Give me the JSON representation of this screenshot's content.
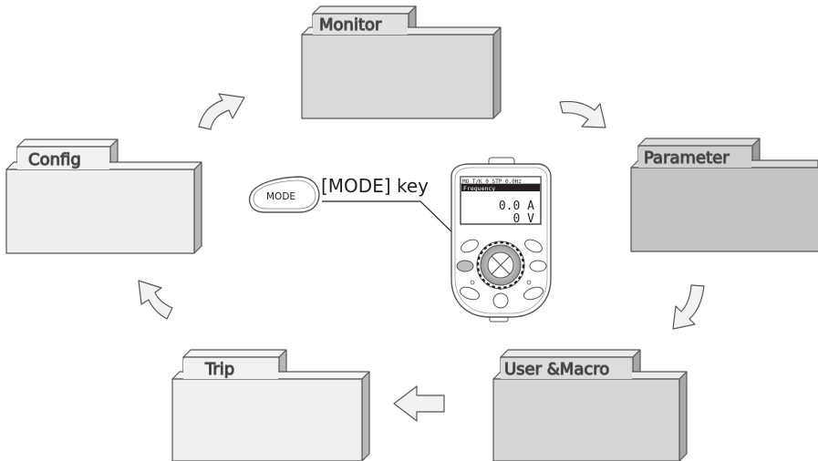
{
  "folders": {
    "monitor": {
      "label": "Monitor",
      "fill": "#d9d9d9"
    },
    "parameter": {
      "label": "Parameter",
      "fill": "#c4c4c4"
    },
    "user_macro": {
      "label": "User &Macro",
      "fill": "#d6d6d6"
    },
    "trip": {
      "label": "Trip",
      "fill": "#efefef"
    },
    "config": {
      "label": "Config",
      "fill": "#eeeeee"
    }
  },
  "mode_key": {
    "button_label": "MODE",
    "caption": "[MODE] key"
  },
  "keypad_display": {
    "status_row": "MO T/K 0 STP 0.0Hz",
    "line1": "Frequency",
    "line2": "0.0 A",
    "line3": "0 V"
  },
  "colors": {
    "outline": "#555555",
    "arrow_fill": "#f2f2f2",
    "text": "#231f20"
  }
}
